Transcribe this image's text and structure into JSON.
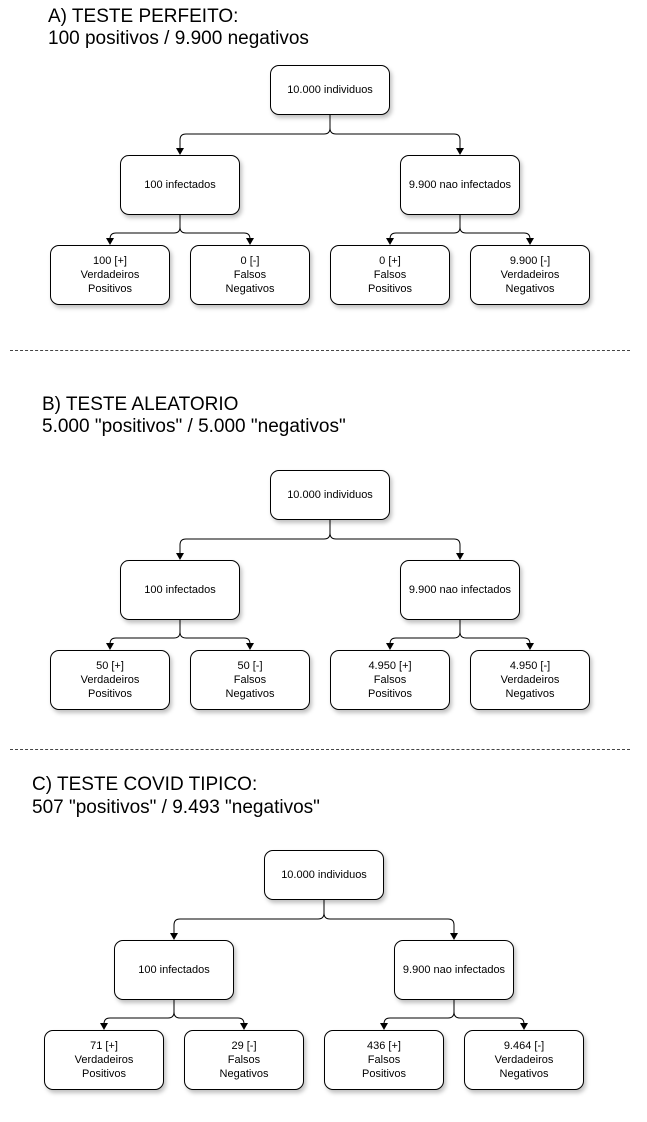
{
  "sections": [
    {
      "title_line1": "A) TESTE PERFEITO:",
      "title_line2": "100 positivos / 9.900 negativos",
      "root": "10.000 individuos",
      "infected": "100 infectados",
      "not_infected": "9.900 nao infectados",
      "leaves": [
        {
          "line1": "100 [+]",
          "line2": "Verdadeiros",
          "line3": "Positivos"
        },
        {
          "line1": "0 [-]",
          "line2": "Falsos",
          "line3": "Negativos"
        },
        {
          "line1": "0 [+]",
          "line2": "Falsos",
          "line3": "Positivos"
        },
        {
          "line1": "9.900 [-]",
          "line2": "Verdadeiros",
          "line3": "Negativos"
        }
      ]
    },
    {
      "title_line1": "B) TESTE ALEATORIO",
      "title_line2": "5.000 \"positivos\" / 5.000 \"negativos\"",
      "root": "10.000 individuos",
      "infected": "100 infectados",
      "not_infected": "9.900 nao infectados",
      "leaves": [
        {
          "line1": "50 [+]",
          "line2": "Verdadeiros",
          "line3": "Positivos"
        },
        {
          "line1": "50 [-]",
          "line2": "Falsos",
          "line3": "Negativos"
        },
        {
          "line1": "4.950 [+]",
          "line2": "Falsos",
          "line3": "Positivos"
        },
        {
          "line1": "4.950 [-]",
          "line2": "Verdadeiros",
          "line3": "Negativos"
        }
      ]
    },
    {
      "title_line1": "C) TESTE COVID TIPICO:",
      "title_line2": "507 \"positivos\" / 9.493 \"negativos\"",
      "root": "10.000 individuos",
      "infected": "100 infectados",
      "not_infected": "9.900 nao infectados",
      "leaves": [
        {
          "line1": "71 [+]",
          "line2": "Verdadeiros",
          "line3": "Positivos"
        },
        {
          "line1": "29 [-]",
          "line2": "Falsos",
          "line3": "Negativos"
        },
        {
          "line1": "436 [+]",
          "line2": "Falsos",
          "line3": "Positivos"
        },
        {
          "line1": "9.464 [-]",
          "line2": "Verdadeiros",
          "line3": "Negativos"
        }
      ]
    }
  ]
}
